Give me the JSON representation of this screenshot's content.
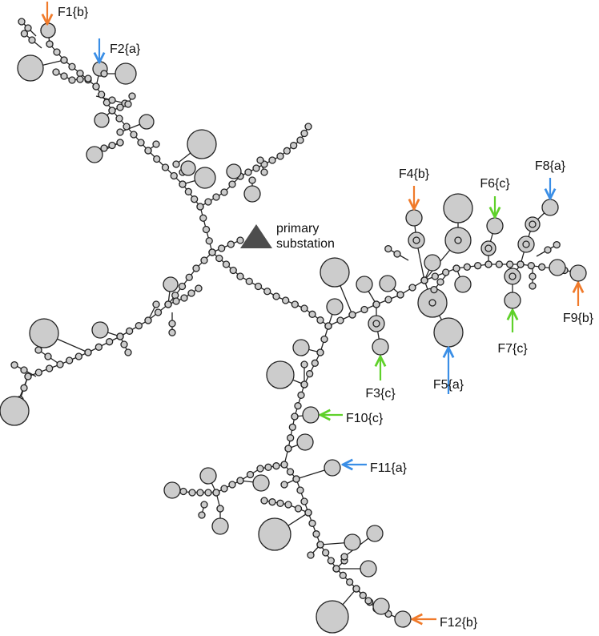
{
  "substation": {
    "line1": "primary",
    "line2": "substation",
    "color": "#4d4d4d"
  },
  "colors": {
    "node_fill": "#cccccc",
    "node_stroke": "#222222",
    "edge": "#222222",
    "phase_a": "#3a8ee6",
    "phase_b": "#f07a2a",
    "phase_c": "#5fd12a"
  },
  "feeders": [
    {
      "id": "F1",
      "phase": "b",
      "label": "F1{b}"
    },
    {
      "id": "F2",
      "phase": "a",
      "label": "F2{a}"
    },
    {
      "id": "F3",
      "phase": "c",
      "label": "F3{c}"
    },
    {
      "id": "F4",
      "phase": "b",
      "label": "F4{b}"
    },
    {
      "id": "F5",
      "phase": "a",
      "label": "F5{a}"
    },
    {
      "id": "F6",
      "phase": "c",
      "label": "F6{c}"
    },
    {
      "id": "F7",
      "phase": "c",
      "label": "F7{c}"
    },
    {
      "id": "F8",
      "phase": "a",
      "label": "F8{a}"
    },
    {
      "id": "F9",
      "phase": "b",
      "label": "F9{b}"
    },
    {
      "id": "F10",
      "phase": "c",
      "label": "F10{c}"
    },
    {
      "id": "F11",
      "phase": "a",
      "label": "F11{a}"
    },
    {
      "id": "F12",
      "phase": "b",
      "label": "F12{b}"
    }
  ]
}
